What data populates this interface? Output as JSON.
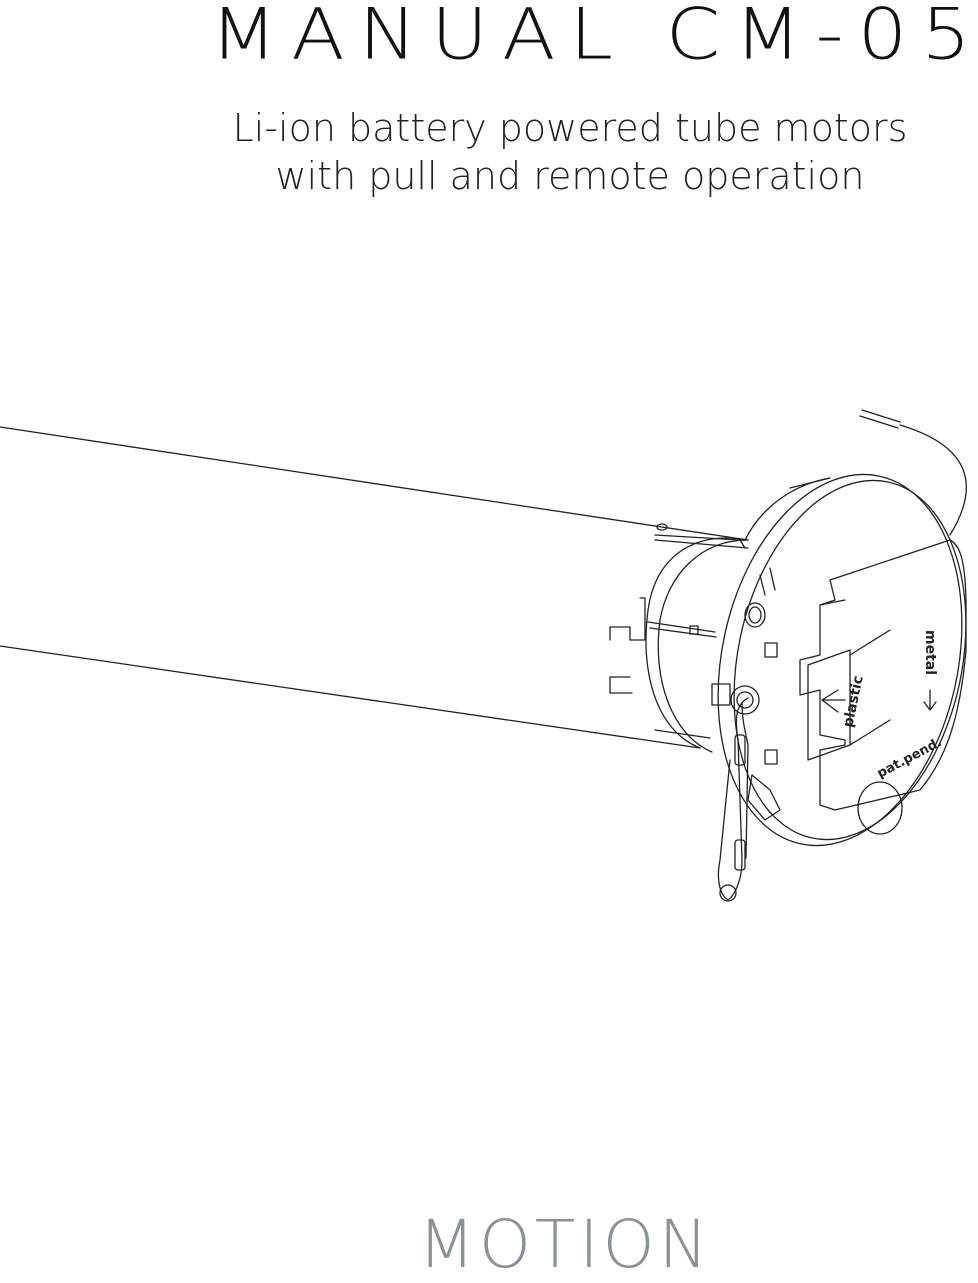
{
  "header": {
    "title": "MANUAL CM-05",
    "subtitle_line1": "Li-ion battery powered tube motors",
    "subtitle_line2": "with pull and remote operation"
  },
  "illustration": {
    "label_plastic": "plastic",
    "label_metal": "metal",
    "label_patent": "pat.pend."
  },
  "footer": {
    "brand": "MOTION",
    "brand_color": "#8b9296"
  }
}
